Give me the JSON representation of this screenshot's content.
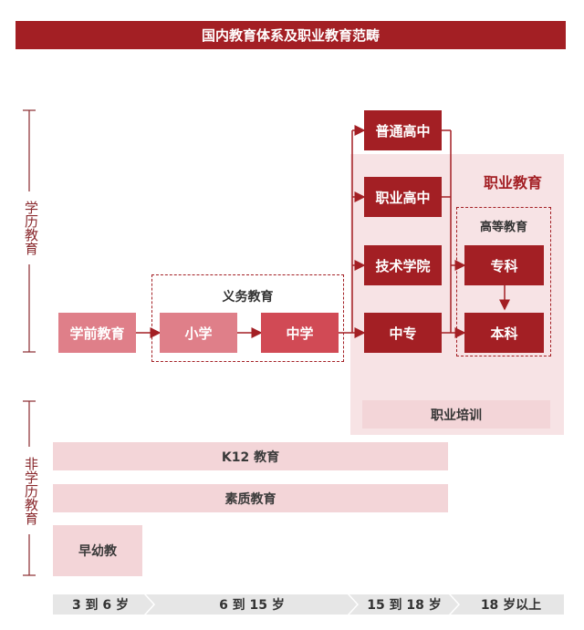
{
  "title": "国内教育体系及职业教育范畴",
  "side_labels": {
    "academic": "学历教育",
    "non_academic": "非学历教育"
  },
  "groups": {
    "compulsory": "义务教育",
    "vocational": "职业教育",
    "higher": "高等教育"
  },
  "nodes": {
    "preschool": "学前教育",
    "primary": "小学",
    "middle": "中学",
    "general_high": "普通高中",
    "vocational_high": "职业高中",
    "technical_college": "技术学院",
    "secondary_vocational": "中专",
    "junior_college": "专科",
    "undergraduate": "本科",
    "vocational_training": "职业培训"
  },
  "bars": {
    "k12": "K12 教育",
    "quality": "素质教育",
    "early": "早幼教"
  },
  "timeline": [
    "3 到 6 岁",
    "6 到 15 岁",
    "15 到 18 岁",
    "18 岁以上"
  ],
  "colors": {
    "dark": "#a31f24",
    "mid": "#d14a55",
    "light": "#df7f89",
    "pale": "#f3d5d8"
  }
}
